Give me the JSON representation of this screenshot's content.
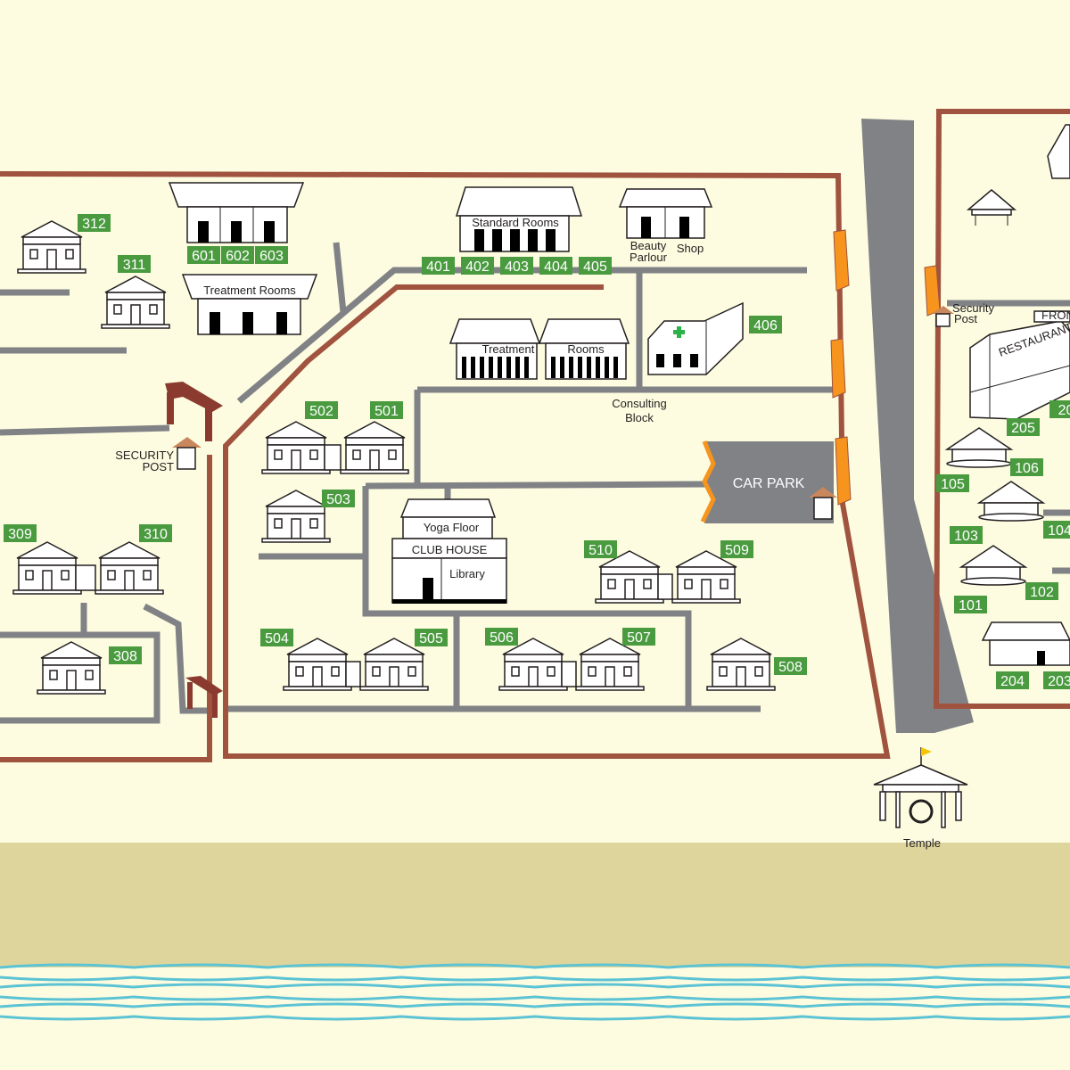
{
  "colors": {
    "background": "#fdfce0",
    "road": "#808285",
    "boundary": "#a0533f",
    "room_tag": "#4a9b3f",
    "beach": "#ddd59b",
    "sea": "#5cc3d4",
    "gate": "#f7941d"
  },
  "rooms": [
    "312",
    "311",
    "601",
    "602",
    "603",
    "401",
    "402",
    "403",
    "404",
    "405",
    "406",
    "502",
    "501",
    "503",
    "309",
    "310",
    "308",
    "510",
    "509",
    "504",
    "505",
    "506",
    "507",
    "508",
    "205",
    "20",
    "106",
    "105",
    "103",
    "104",
    "102",
    "101",
    "204",
    "203"
  ],
  "buildings": {
    "treatment_rooms": "Treatment Rooms",
    "standard_rooms": "Standard Rooms",
    "beauty_1": "Beauty",
    "beauty_2": "Parlour",
    "shop": "Shop",
    "treatment": "Treatment",
    "rooms": "Rooms",
    "consulting_1": "Consulting",
    "consulting_2": "Block",
    "car_park": "CAR PARK",
    "security_1": "SECURITY",
    "security_2": "POST",
    "yoga_floor": "Yoga Floor",
    "club_house": "CLUB HOUSE",
    "library": "Library",
    "temple": "Temple",
    "security_small_1": "Security",
    "security_small_2": "Post",
    "restaurant": "RESTAURANT",
    "front_desk": "FRONT DE"
  }
}
